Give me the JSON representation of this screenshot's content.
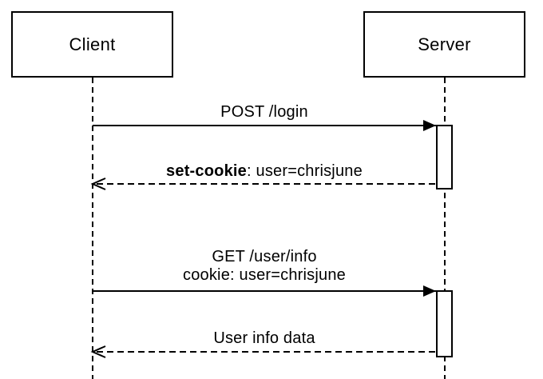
{
  "actors": [
    {
      "id": "client",
      "label": "Client"
    },
    {
      "id": "server",
      "label": "Server"
    }
  ],
  "messages": [
    {
      "from": "client",
      "to": "server",
      "style": "solid-arrow",
      "label": "POST /login"
    },
    {
      "from": "server",
      "to": "client",
      "style": "dashed-return",
      "label_bold": "set-cookie",
      "label_rest": ": user=chrisjune"
    },
    {
      "from": "client",
      "to": "server",
      "style": "solid-arrow",
      "label": "GET /user/info",
      "label_line2": "cookie: user=chrisjune"
    },
    {
      "from": "server",
      "to": "client",
      "style": "dashed-return",
      "label": "User info data"
    }
  ],
  "colors": {
    "stroke": "#000000",
    "background": "#ffffff",
    "fill": "#ffffff"
  }
}
